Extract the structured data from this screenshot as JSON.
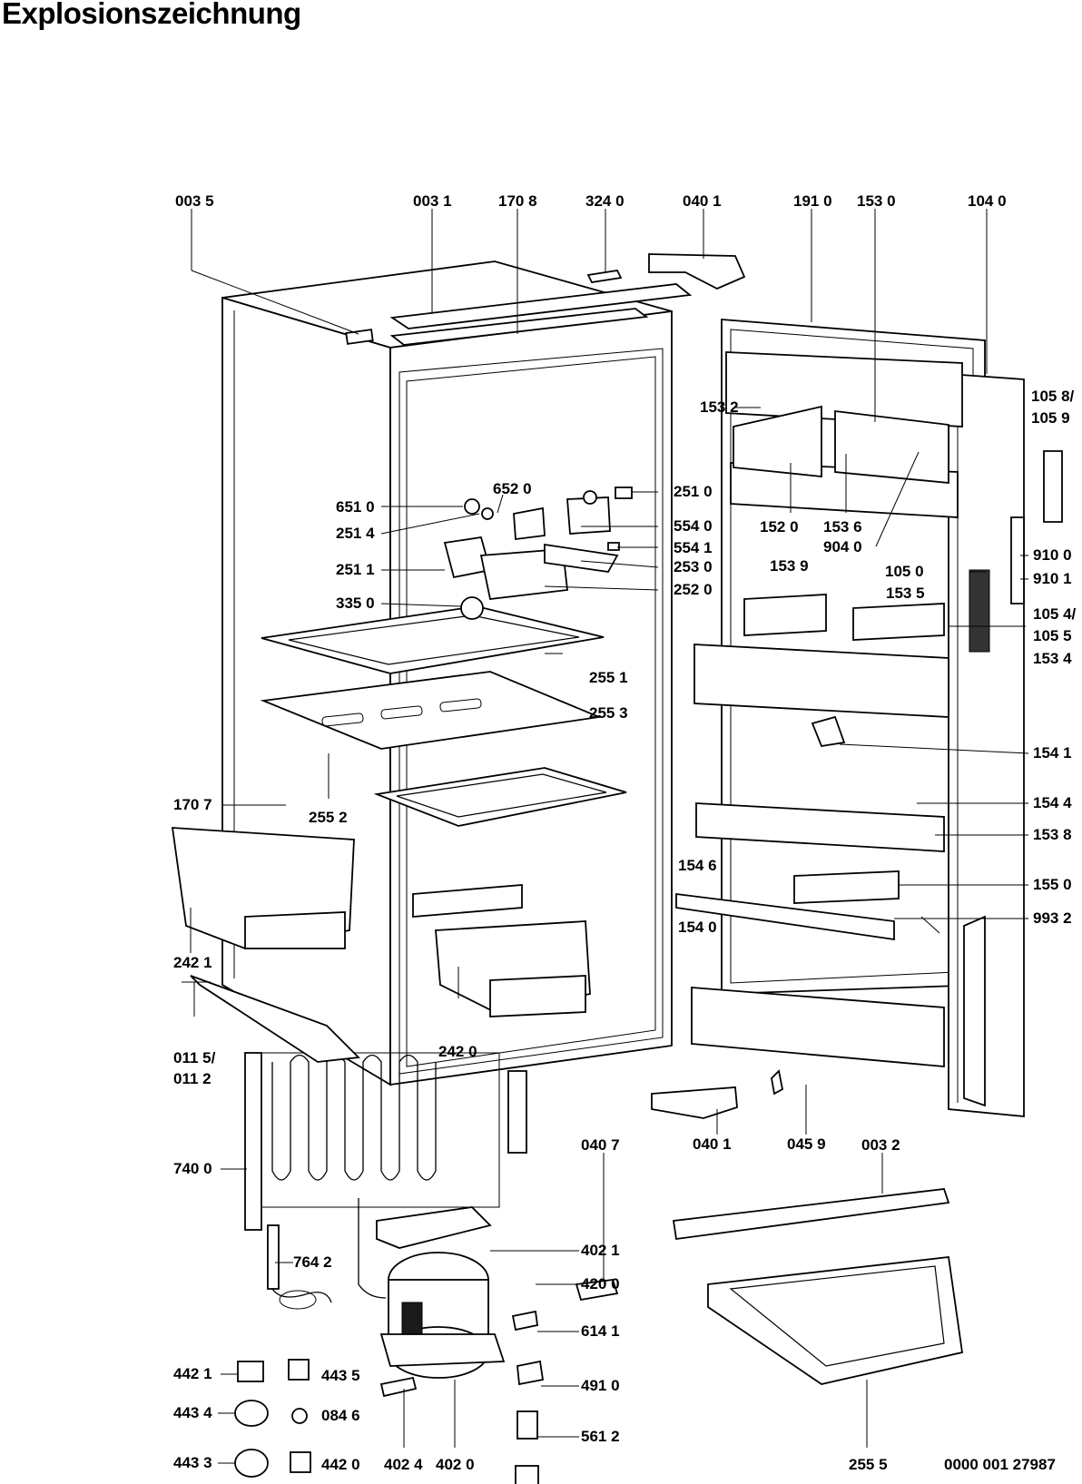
{
  "title": "Explosionszeichnung",
  "drawing_number": "0000 001 27987",
  "labels": [
    "003 5",
    "003 1",
    "170 8",
    "324 0",
    "040 1",
    "191 0",
    "153 0",
    "104 0",
    "105 8/",
    "105 9",
    "153 2",
    "251 0",
    "652 0",
    "651 0",
    "251 4",
    "554 0",
    "554 1",
    "253 0",
    "251 1",
    "252 0",
    "335 0",
    "152 0",
    "153 6",
    "904 0",
    "153 9",
    "105 0",
    "153 5",
    "910 0",
    "910 1",
    "105 4/",
    "105 5",
    "153 4",
    "255 1",
    "255 3",
    "154 1",
    "170 7",
    "255 2",
    "154 4",
    "153 8",
    "154 6",
    "155 0",
    "993 2",
    "154 0",
    "242 1",
    "242 0",
    "011 5/",
    "011 2",
    "040 1",
    "045 9",
    "040 7",
    "003 2",
    "740 0",
    "402 1",
    "764 2",
    "420 0",
    "614 1",
    "442 1",
    "443 5",
    "491 0",
    "443 4",
    "084 6",
    "561 2",
    "443 3",
    "442 0",
    "402 4",
    "402 0",
    "255 5"
  ]
}
